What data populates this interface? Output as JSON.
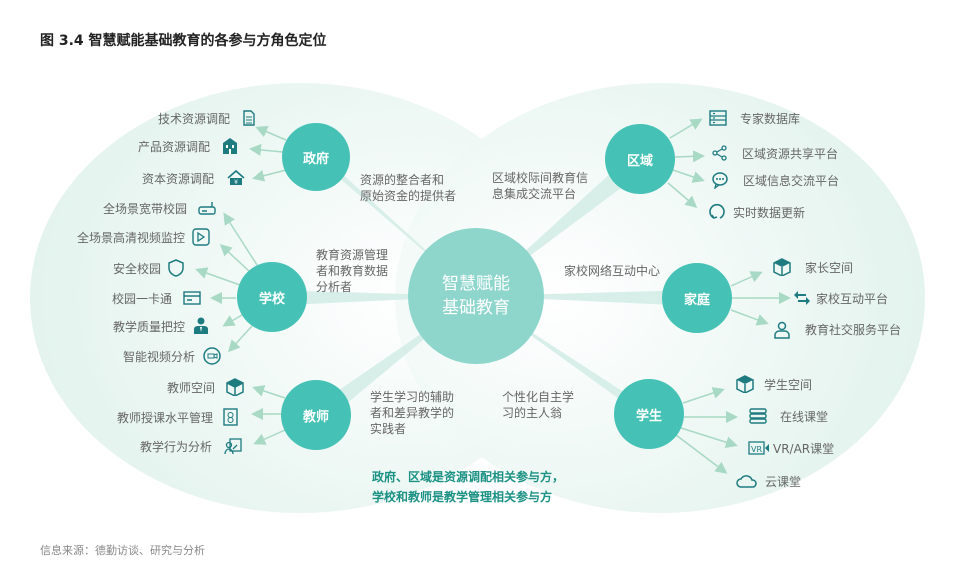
{
  "title": "图 3.4 智慧赋能基础教育的各参与方角色定位",
  "source": "信息来源：德勤访谈、研究与分析",
  "center": {
    "line1": "智慧赋能",
    "line2": "基础教育"
  },
  "colors": {
    "node": "#45c2b5",
    "center": "#8ed6cc",
    "icon": "#1e7b80",
    "arrow": "#a8d9c4",
    "note": "#1b9184"
  },
  "nodes": {
    "gov": {
      "label": "政府",
      "role": [
        "资源的整合者和",
        "原始资金的提供者"
      ],
      "items": [
        {
          "label": "技术资源调配",
          "icon": "document-icon"
        },
        {
          "label": "产品资源调配",
          "icon": "school-building-icon"
        },
        {
          "label": "资本资源调配",
          "icon": "house-money-icon"
        }
      ]
    },
    "school": {
      "label": "学校",
      "role": [
        "教育资源管理",
        "者和教育数据",
        "分析者"
      ],
      "items": [
        {
          "label": "全场景宽带校园",
          "icon": "router-icon"
        },
        {
          "label": "全场景高清视频监控",
          "icon": "video-play-icon"
        },
        {
          "label": "安全校园",
          "icon": "shield-icon"
        },
        {
          "label": "校园一卡通",
          "icon": "card-icon"
        },
        {
          "label": "教学质量把控",
          "icon": "person-tie-icon"
        },
        {
          "label": "智能视频分析",
          "icon": "camera-icon"
        }
      ]
    },
    "teacher": {
      "label": "教师",
      "role": [
        "学生学习的辅助",
        "者和差异教学的",
        "实践者"
      ],
      "items": [
        {
          "label": "教师空间",
          "icon": "box-icon"
        },
        {
          "label": "教师授课水平管理",
          "icon": "id-badge-icon"
        },
        {
          "label": "教学行为分析",
          "icon": "presenter-icon"
        }
      ]
    },
    "region": {
      "label": "区域",
      "role": [
        "区域校际间教育信",
        "息集成交流平台"
      ],
      "items": [
        {
          "label": "专家数据库",
          "icon": "database-icon"
        },
        {
          "label": "区域资源共享平台",
          "icon": "share-icon"
        },
        {
          "label": "区域信息交流平台",
          "icon": "chat-icon"
        },
        {
          "label": "实时数据更新",
          "icon": "refresh-icon"
        }
      ]
    },
    "family": {
      "label": "家庭",
      "role": [
        "家校网络互动中心"
      ],
      "items": [
        {
          "label": "家长空间",
          "icon": "box-icon"
        },
        {
          "label": "家校互动平台",
          "icon": "exchange-icon"
        },
        {
          "label": "教育社交服务平台",
          "icon": "user-icon"
        }
      ]
    },
    "student": {
      "label": "学生",
      "role": [
        "个性化自主学",
        "习的主人翁"
      ],
      "items": [
        {
          "label": "学生空间",
          "icon": "box-icon"
        },
        {
          "label": "在线课堂",
          "icon": "stack-icon"
        },
        {
          "label": "VR/AR课堂",
          "icon": "vr-icon"
        },
        {
          "label": "云课堂",
          "icon": "cloud-icon"
        }
      ]
    }
  },
  "note": [
    "政府、区域是资源调配相关参与方，",
    "学校和教师是教学管理相关参与方"
  ]
}
